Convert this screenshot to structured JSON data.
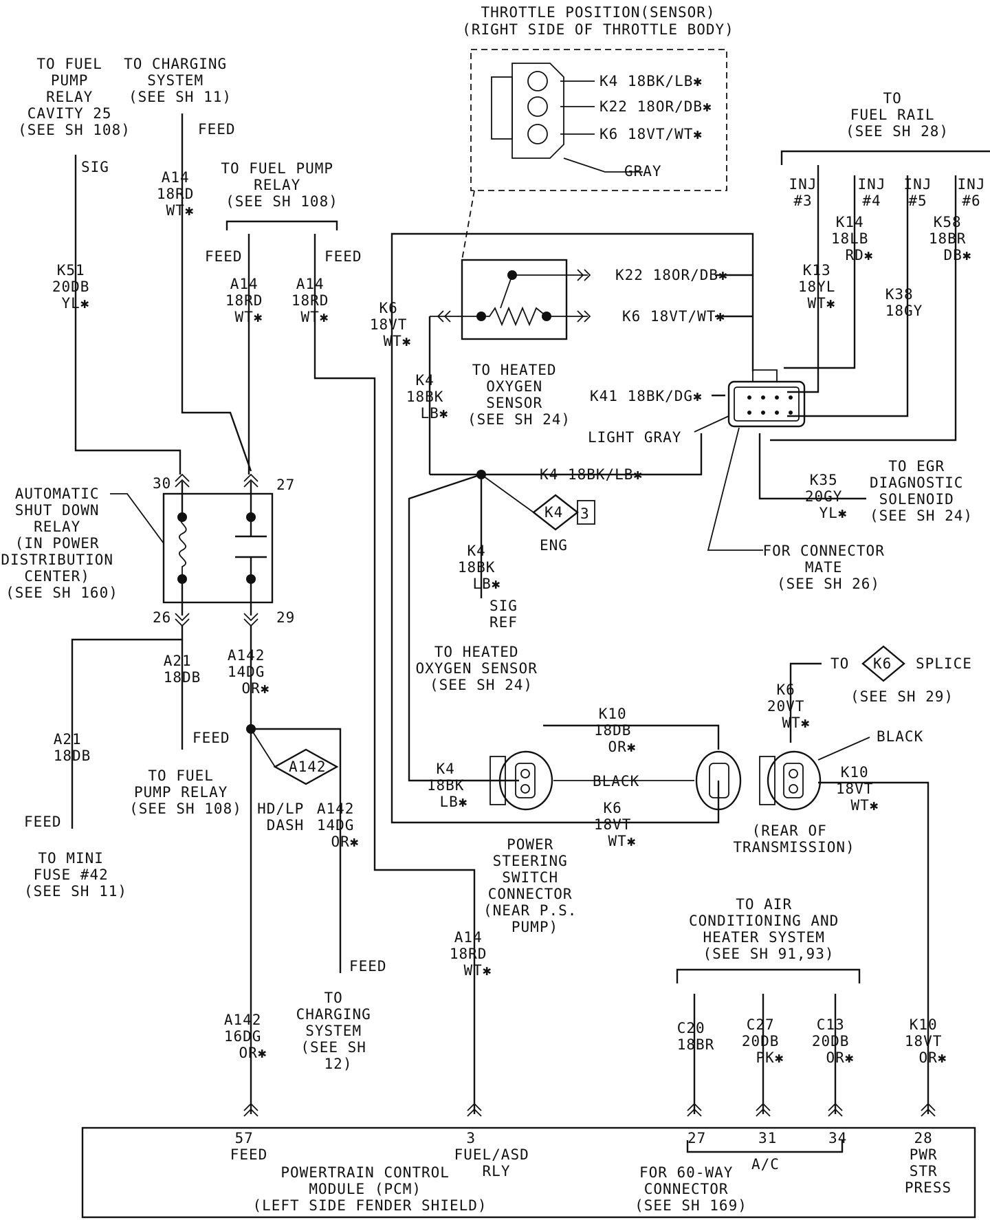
{
  "labels": {
    "tps_title": [
      "THROTTLE POSITION(SENSOR)",
      "(RIGHT SIDE OF THROTTLE BODY)"
    ],
    "tps_k4": "K4 18BK/LB✱",
    "tps_k22": "K22 18OR/DB✱",
    "tps_k6": "K6 18VT/WT✱",
    "tps_gray": "GRAY",
    "fuel_pump_relay_cavity": [
      "TO FUEL",
      "PUMP",
      "RELAY",
      "CAVITY 25",
      "(SEE SH 108)"
    ],
    "charging_system_top": [
      "TO CHARGING",
      "SYSTEM",
      "(SEE SH 11)"
    ],
    "feed_top": "FEED",
    "sig_top": "SIG",
    "a14_top": [
      "A14",
      "18RD",
      "WT✱"
    ],
    "to_fuel_pump_relay": [
      "TO FUEL PUMP",
      "RELAY",
      "(SEE SH 108)"
    ],
    "feed_left": "FEED",
    "feed_right": "FEED",
    "a14_mid_left": [
      "A14",
      "18RD",
      "WT✱"
    ],
    "a14_mid_right": [
      "A14",
      "18RD",
      "WT✱"
    ],
    "k51": [
      "K51",
      "20DB",
      "YL✱"
    ],
    "fuel_rail": [
      "TO",
      "FUEL RAIL",
      "(SEE SH 28)"
    ],
    "inj3": [
      "INJ",
      "#3"
    ],
    "inj4": [
      "INJ",
      "#4"
    ],
    "inj5": [
      "INJ",
      "#5"
    ],
    "inj6": [
      "INJ",
      "#6"
    ],
    "k14": [
      "K14",
      "18LB",
      "RD✱"
    ],
    "k58": [
      "K58",
      "18BR",
      "DB✱"
    ],
    "k13": [
      "K13",
      "18YL",
      "WT✱"
    ],
    "k38": [
      "K38",
      "18GY"
    ],
    "k22_mid": "K22 18OR/DB✱",
    "k6_mid": "K6 18VT/WT✱",
    "k6_left": [
      "K6",
      "18VT",
      "WT✱"
    ],
    "k4_left": [
      "K4",
      "18BK",
      "LB✱"
    ],
    "heated_o2_top": [
      "TO HEATED",
      "OXYGEN",
      "SENSOR",
      "(SEE SH 24)"
    ],
    "k41": "K41 18BK/DG✱",
    "light_gray": "LIGHT GRAY",
    "k4_splice": "K4 18BK/LB✱",
    "k4_diamond": "K4",
    "diamond_3": "3",
    "eng": "ENG",
    "k35": [
      "K35",
      "20GY",
      "YL✱"
    ],
    "egr": [
      "TO EGR",
      "DIAGNOSTIC",
      "SOLENOID",
      "(SEE SH 24)"
    ],
    "connector_mate": [
      "FOR CONNECTOR",
      "MATE",
      "(SEE SH 26)"
    ],
    "asd_relay": [
      "AUTOMATIC",
      "SHUT DOWN",
      "RELAY",
      "(IN POWER",
      "DISTRIBUTION",
      "CENTER)",
      "(SEE SH 160)"
    ],
    "pin30": "30",
    "pin27": "27",
    "pin26": "26",
    "pin29": "29",
    "k4_low": [
      "K4",
      "18BK",
      "LB✱"
    ],
    "sig_ref": [
      "SIG",
      "REF"
    ],
    "heated_o2_low": [
      "TO HEATED",
      "OXYGEN SENSOR",
      "(SEE SH 24)"
    ],
    "a21_upper": [
      "A21",
      "18DB"
    ],
    "a142_upper": [
      "A142",
      "14DG",
      "OR✱"
    ],
    "a21_lower": [
      "A21",
      "18DB"
    ],
    "feed_a21": "FEED",
    "to_fuel_pump_relay_low": [
      "TO FUEL",
      "PUMP RELAY",
      "(SEE SH 108)"
    ],
    "feed_mini": "FEED",
    "mini_fuse": [
      "TO MINI",
      "FUSE #42",
      "(SEE SH 11)"
    ],
    "a142_diamond": "A142",
    "hd_lp_dash": [
      "HD/LP",
      "DASH"
    ],
    "a142_right": [
      "A142",
      "14DG",
      "OR✱"
    ],
    "feed_charging": "FEED",
    "charging_low": [
      "TO",
      "CHARGING",
      "SYSTEM",
      "(SEE SH",
      "12)"
    ],
    "a142_lower": [
      "A142",
      "16DG",
      "OR✱"
    ],
    "k6_splice_note": [
      "K6",
      "20VT",
      "WT✱"
    ],
    "to_splice": "TO",
    "k6_diamond": "K6",
    "splice": "SPLICE",
    "see_sh29": "(SEE SH 29)",
    "k10_top": [
      "K10",
      "18DB",
      "OR✱"
    ],
    "black_mid": "BLACK",
    "black_right": "BLACK",
    "k4_conn": [
      "K4",
      "18BK",
      "LB✱"
    ],
    "k6_conn": [
      "K6",
      "18VT",
      "WT✱"
    ],
    "k10_right": [
      "K10",
      "18VT",
      "WT✱"
    ],
    "rear_trans": [
      "(REAR OF",
      "TRANSMISSION)"
    ],
    "ps_switch": [
      "POWER",
      "STEERING",
      "SWITCH",
      "CONNECTOR",
      "(NEAR P.S.",
      "PUMP)"
    ],
    "a14_lower": [
      "A14",
      "18RD",
      "WT✱"
    ],
    "ac_system": [
      "TO AIR",
      "CONDITIONING AND",
      "HEATER SYSTEM",
      "(SEE SH 91,93)"
    ],
    "c20": [
      "C20",
      "18BR"
    ],
    "c27": [
      "C27",
      "20DB",
      "PK✱"
    ],
    "c13": [
      "C13",
      "20DB",
      "OR✱"
    ],
    "k10_lower": [
      "K10",
      "18VT",
      "OR✱"
    ],
    "pcm_57": [
      "57",
      "FEED"
    ],
    "pcm_3": [
      "3",
      "FUEL/ASD",
      "RLY"
    ],
    "pcm_27": "27",
    "pcm_31": "31",
    "pcm_34": "34",
    "pcm_ac": "A/C",
    "pcm_28": [
      "28",
      "PWR",
      "STR",
      "PRESS"
    ],
    "pcm_title": [
      "POWERTRAIN CONTROL",
      "MODULE (PCM)",
      "(LEFT SIDE FENDER SHIELD)"
    ],
    "pcm_60way": [
      "FOR 60-WAY",
      "CONNECTOR",
      "(SEE SH 169)"
    ]
  }
}
